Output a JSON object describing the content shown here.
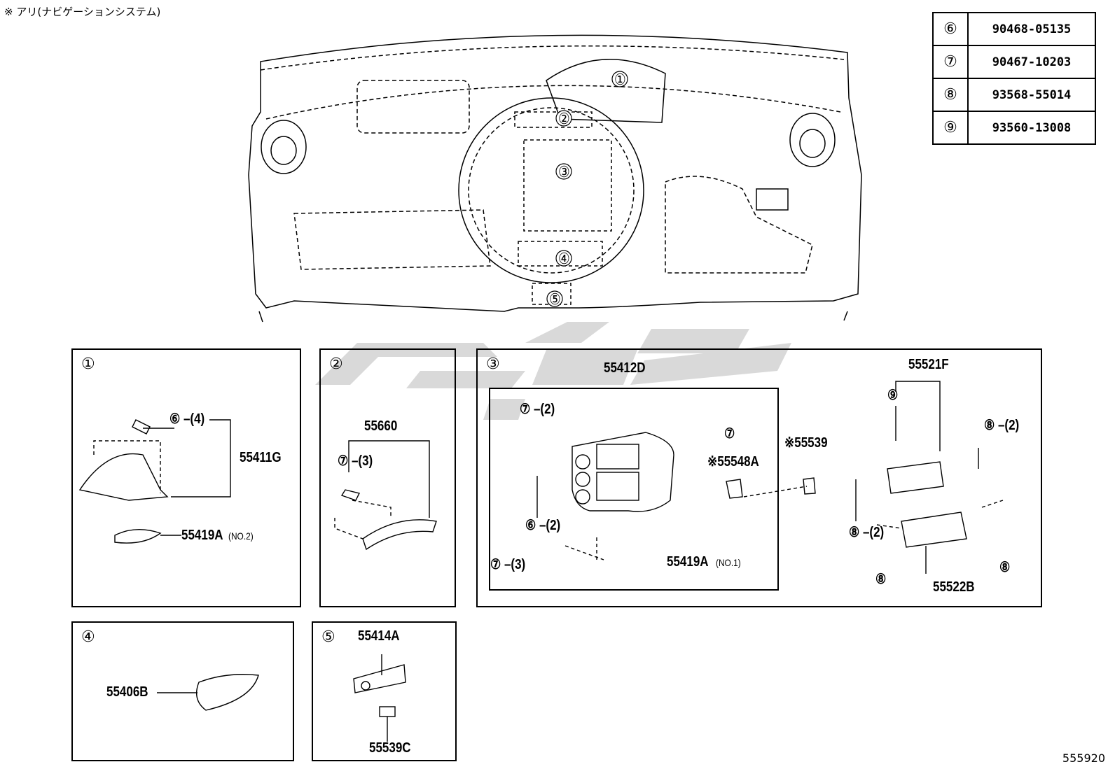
{
  "header_note": "※ アリ(ナビゲーションシステム)",
  "reference_table": [
    {
      "ref": "⑥",
      "part": "90468-05135"
    },
    {
      "ref": "⑦",
      "part": "90467-10203"
    },
    {
      "ref": "⑧",
      "part": "93568-55014"
    },
    {
      "ref": "⑨",
      "part": "93560-13008"
    }
  ],
  "overview_callouts": [
    "①",
    "②",
    "③",
    "④",
    "⑤"
  ],
  "panels": {
    "p1": {
      "num": "①",
      "labels": {
        "qty6": "⑥ –(4)",
        "part_a": "55411G",
        "part_b": "55419A",
        "part_b_note": "(NO.2)"
      }
    },
    "p2": {
      "num": "②",
      "labels": {
        "part_a": "55660",
        "qty7": "⑦ –(3)"
      }
    },
    "p3": {
      "num": "③",
      "labels": {
        "part_a": "55412D",
        "qty7a": "⑦ –(2)",
        "ref7": "⑦",
        "part_b": "※55548A",
        "part_c": "※55539",
        "qty6": "⑥ –(2)",
        "qty7b": "⑦ –(3)",
        "part_d": "55419A",
        "part_d_note": "(NO.1)",
        "part_e": "55521F",
        "ref9": "⑨",
        "qty8a": "⑧ –(2)",
        "qty8b": "⑧ –(2)",
        "ref8a": "⑧",
        "ref8b": "⑧",
        "part_f": "55522B"
      }
    },
    "p4": {
      "num": "④",
      "labels": {
        "part_a": "55406B"
      }
    },
    "p5": {
      "num": "⑤",
      "labels": {
        "part_a": "55414A",
        "part_b": "55539C"
      }
    }
  },
  "figure_id": "555920",
  "colors": {
    "line": "#000000",
    "watermark": "#d9d9d9"
  }
}
